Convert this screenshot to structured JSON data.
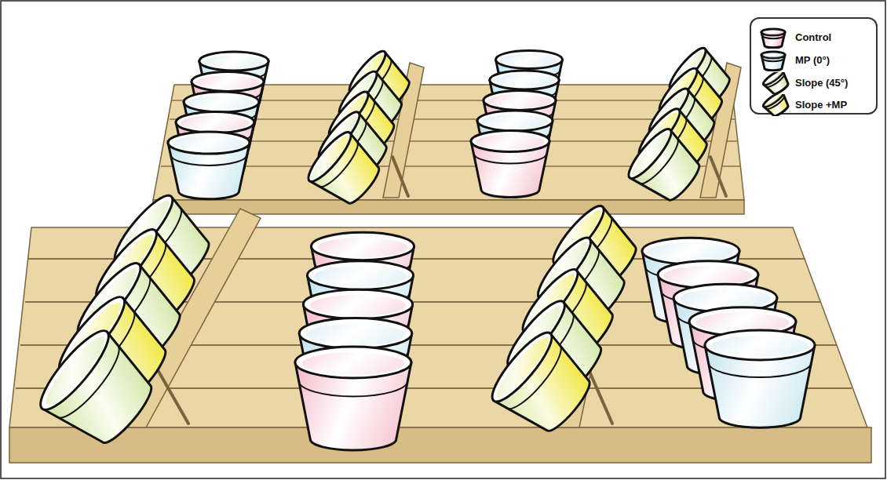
{
  "diagram": {
    "legend": [
      {
        "text": "Control",
        "color": "#f4b6c8"
      },
      {
        "text": "MP (0°)",
        "color": "#bfe2ee"
      },
      {
        "text": "Slope (45°)",
        "color": "#cfe3a0"
      },
      {
        "text": "Slope +MP",
        "color": "#f2e94e"
      }
    ]
  }
}
